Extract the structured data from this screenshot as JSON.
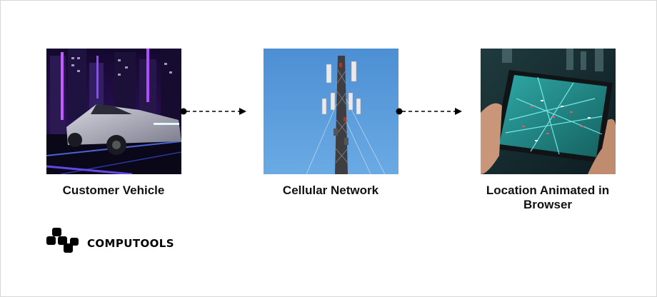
{
  "nodes": [
    {
      "label": "Customer Vehicle",
      "image": "futuristic-truck-neon-city"
    },
    {
      "label": "Cellular Network",
      "image": "cell-tower-blue-sky"
    },
    {
      "label": "Location Animated in Browser",
      "image": "tablet-with-traffic-map"
    }
  ],
  "connectors": [
    {
      "from": "Customer Vehicle",
      "to": "Cellular Network",
      "style": "dashed-arrow"
    },
    {
      "from": "Cellular Network",
      "to": "Location Animated in Browser",
      "style": "dashed-arrow"
    }
  ],
  "brand": {
    "name": "COMPUTOOLS",
    "icon": "computools-logo-icon"
  },
  "colors": {
    "text": "#111111",
    "arrow": "#000000",
    "border": "#d6d6d6"
  }
}
